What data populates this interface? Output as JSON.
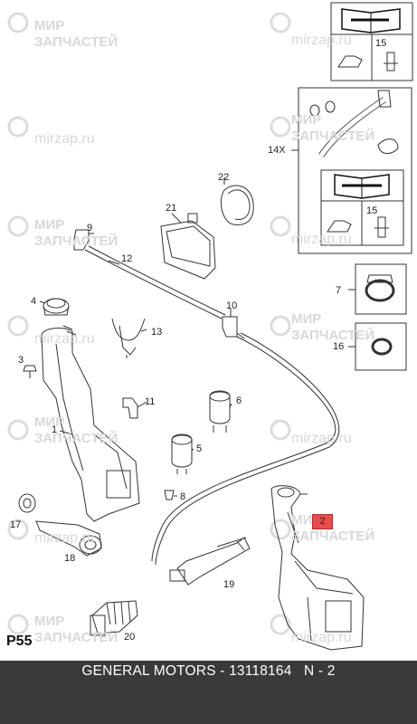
{
  "watermarks": {
    "line1": "МИР",
    "line2": "ЗАПЧАСТЕЙ",
    "site": "mirzap.ru"
  },
  "callouts": {
    "c1": "1",
    "c2": "2",
    "c3": "3",
    "c4": "4",
    "c5": "5",
    "c6": "6",
    "c7": "7",
    "c8": "8",
    "c9": "9",
    "c10": "10",
    "c11": "11",
    "c12": "12",
    "c13": "13",
    "c14": "14X",
    "c15a": "15",
    "c15b": "15",
    "c16": "16",
    "c17": "17",
    "c18": "18",
    "c19": "19",
    "c20": "20",
    "c21": "21",
    "c22": "22"
  },
  "highlighted_part": "2",
  "page_code": "P55",
  "footer": {
    "text": "GENERAL MOTORS - 13118164   N - 2"
  },
  "colors": {
    "highlight": "#e74c4c",
    "footer_bg": "#3a3a3a",
    "line": "#333333",
    "watermark": "#d8d8d8"
  }
}
